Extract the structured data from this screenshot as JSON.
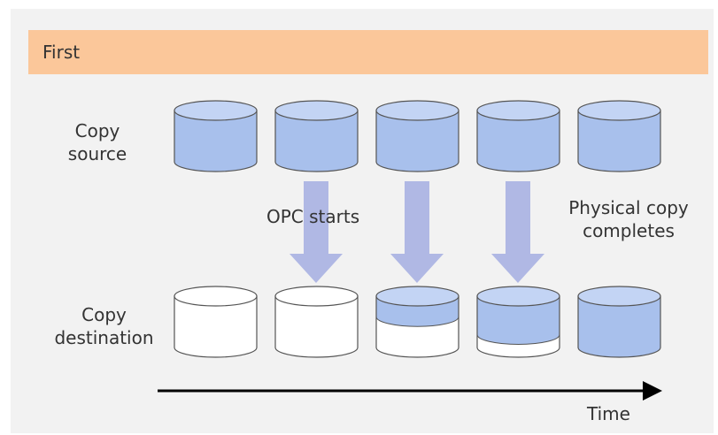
{
  "header": {
    "title": "First"
  },
  "labels": {
    "copy_source_line1": "Copy",
    "copy_source_line2": "source",
    "copy_destination_line1": "Copy",
    "copy_destination_line2": "destination",
    "opc_starts": "OPC starts",
    "physical_copy_line1": "Physical copy",
    "physical_copy_line2": "completes",
    "time": "Time"
  },
  "colors": {
    "panel_background": "#f2f2f2",
    "header_background": "#fbc79a",
    "disk_fill": "#a8c0ec",
    "disk_top": "#c3d4f4",
    "disk_stroke": "#555555",
    "arrow_fill": "#b0b8e4",
    "empty_disk_fill": "#ffffff"
  },
  "diagram": {
    "source_disks": [
      {
        "fill_fraction": 1.0
      },
      {
        "fill_fraction": 1.0
      },
      {
        "fill_fraction": 1.0
      },
      {
        "fill_fraction": 1.0
      },
      {
        "fill_fraction": 1.0
      }
    ],
    "destination_disks": [
      {
        "fill_fraction": 0.0
      },
      {
        "fill_fraction": 0.0
      },
      {
        "fill_fraction": 0.4
      },
      {
        "fill_fraction": 0.75
      },
      {
        "fill_fraction": 1.0
      }
    ],
    "copy_arrows": 3
  }
}
